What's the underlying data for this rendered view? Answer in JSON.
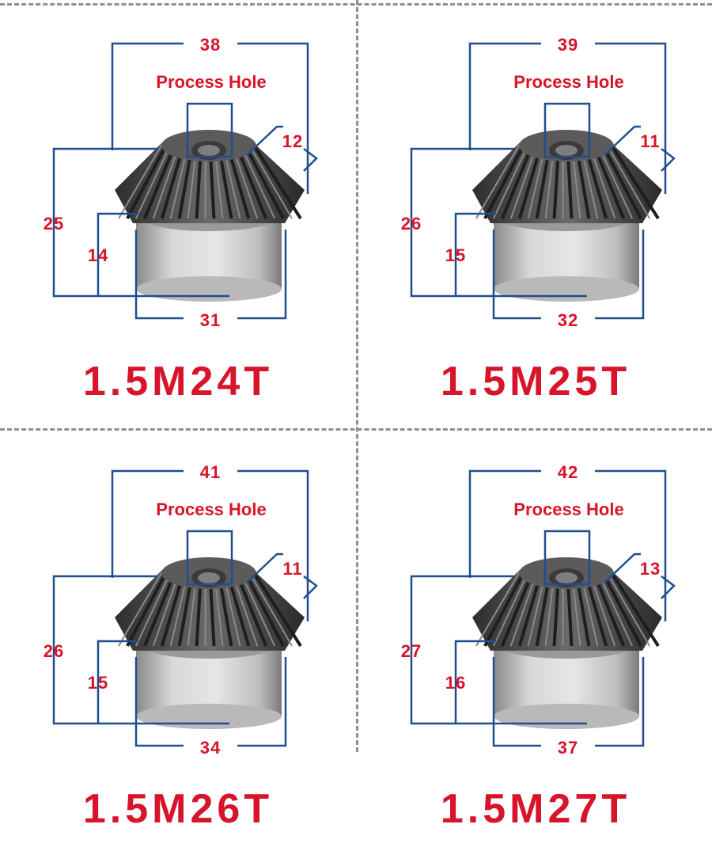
{
  "label_process_hole": "Process Hole",
  "colors": {
    "dimension_text": "#d7142a",
    "dimension_line": "#1f4f8e",
    "divider": "#8f8f8f"
  },
  "gears": [
    {
      "model": "1.5M24T",
      "outer_diameter": "38",
      "tooth_width": "12",
      "total_height": "25",
      "hub_height": "14",
      "hub_diameter": "31"
    },
    {
      "model": "1.5M25T",
      "outer_diameter": "39",
      "tooth_width": "11",
      "total_height": "26",
      "hub_height": "15",
      "hub_diameter": "32"
    },
    {
      "model": "1.5M26T",
      "outer_diameter": "41",
      "tooth_width": "11",
      "total_height": "26",
      "hub_height": "15",
      "hub_diameter": "34"
    },
    {
      "model": "1.5M27T",
      "outer_diameter": "42",
      "tooth_width": "13",
      "total_height": "27",
      "hub_height": "16",
      "hub_diameter": "37"
    }
  ]
}
